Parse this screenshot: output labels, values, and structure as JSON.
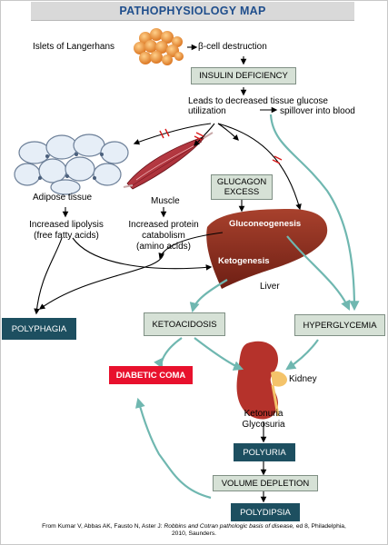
{
  "title": "PATHOPHYSIOLOGY MAP",
  "labels": {
    "islets": "Islets of Langerhans",
    "beta_cell": "β-cell destruction",
    "tissue_glucose_line1": "Leads to decreased tissue glucose",
    "tissue_glucose_line2": "utilization",
    "spillover": "spillover into blood",
    "adipose": "Adipose tissue",
    "muscle": "Muscle",
    "lipolysis_line1": "Increased lipolysis",
    "lipolysis_line2": "(free fatty acids)",
    "protein_line1": "Increased protein",
    "protein_line2": "catabolism",
    "protein_line3": "(amino acids)",
    "gluconeogenesis": "Gluconeogenesis",
    "ketogenesis": "Ketogenesis",
    "liver": "Liver",
    "kidney": "Kidney",
    "ketonuria": "Ketonuria",
    "glycosuria": "Glycosuria"
  },
  "boxes": {
    "insulin_deficiency": "INSULIN DEFICIENCY",
    "glucagon_line1": "GLUCAGON",
    "glucagon_line2": "EXCESS",
    "polyphagia": "POLYPHAGIA",
    "ketoacidosis": "KETOACIDOSIS",
    "hyperglycemia": "HYPERGLYCEMIA",
    "diabetic_coma": "DIABETIC COMA",
    "polyuria": "POLYURIA",
    "volume_depletion": "VOLUME DEPLETION",
    "polydipsia": "POLYDIPSIA"
  },
  "citation": {
    "line1_part1": "From Kumar V, Abbas AK, Fausto N, Aster J: ",
    "line1_italic": "Robbins and Cotran pathologic basis of disease,",
    "line1_part2": " ed 8, Philadelphia,",
    "line2": "2010, Saunders."
  },
  "colors": {
    "title_text": "#1f4e8c",
    "teal_box": "#1d4f60",
    "gray_box": "#d6e1d6",
    "red_box": "#e8112d",
    "teal_arrow": "#6fb7b0",
    "liver": "#8b2d1f",
    "muscle": "#b3303a",
    "islets": "#e98b2a",
    "kidney": "#b5322b"
  }
}
